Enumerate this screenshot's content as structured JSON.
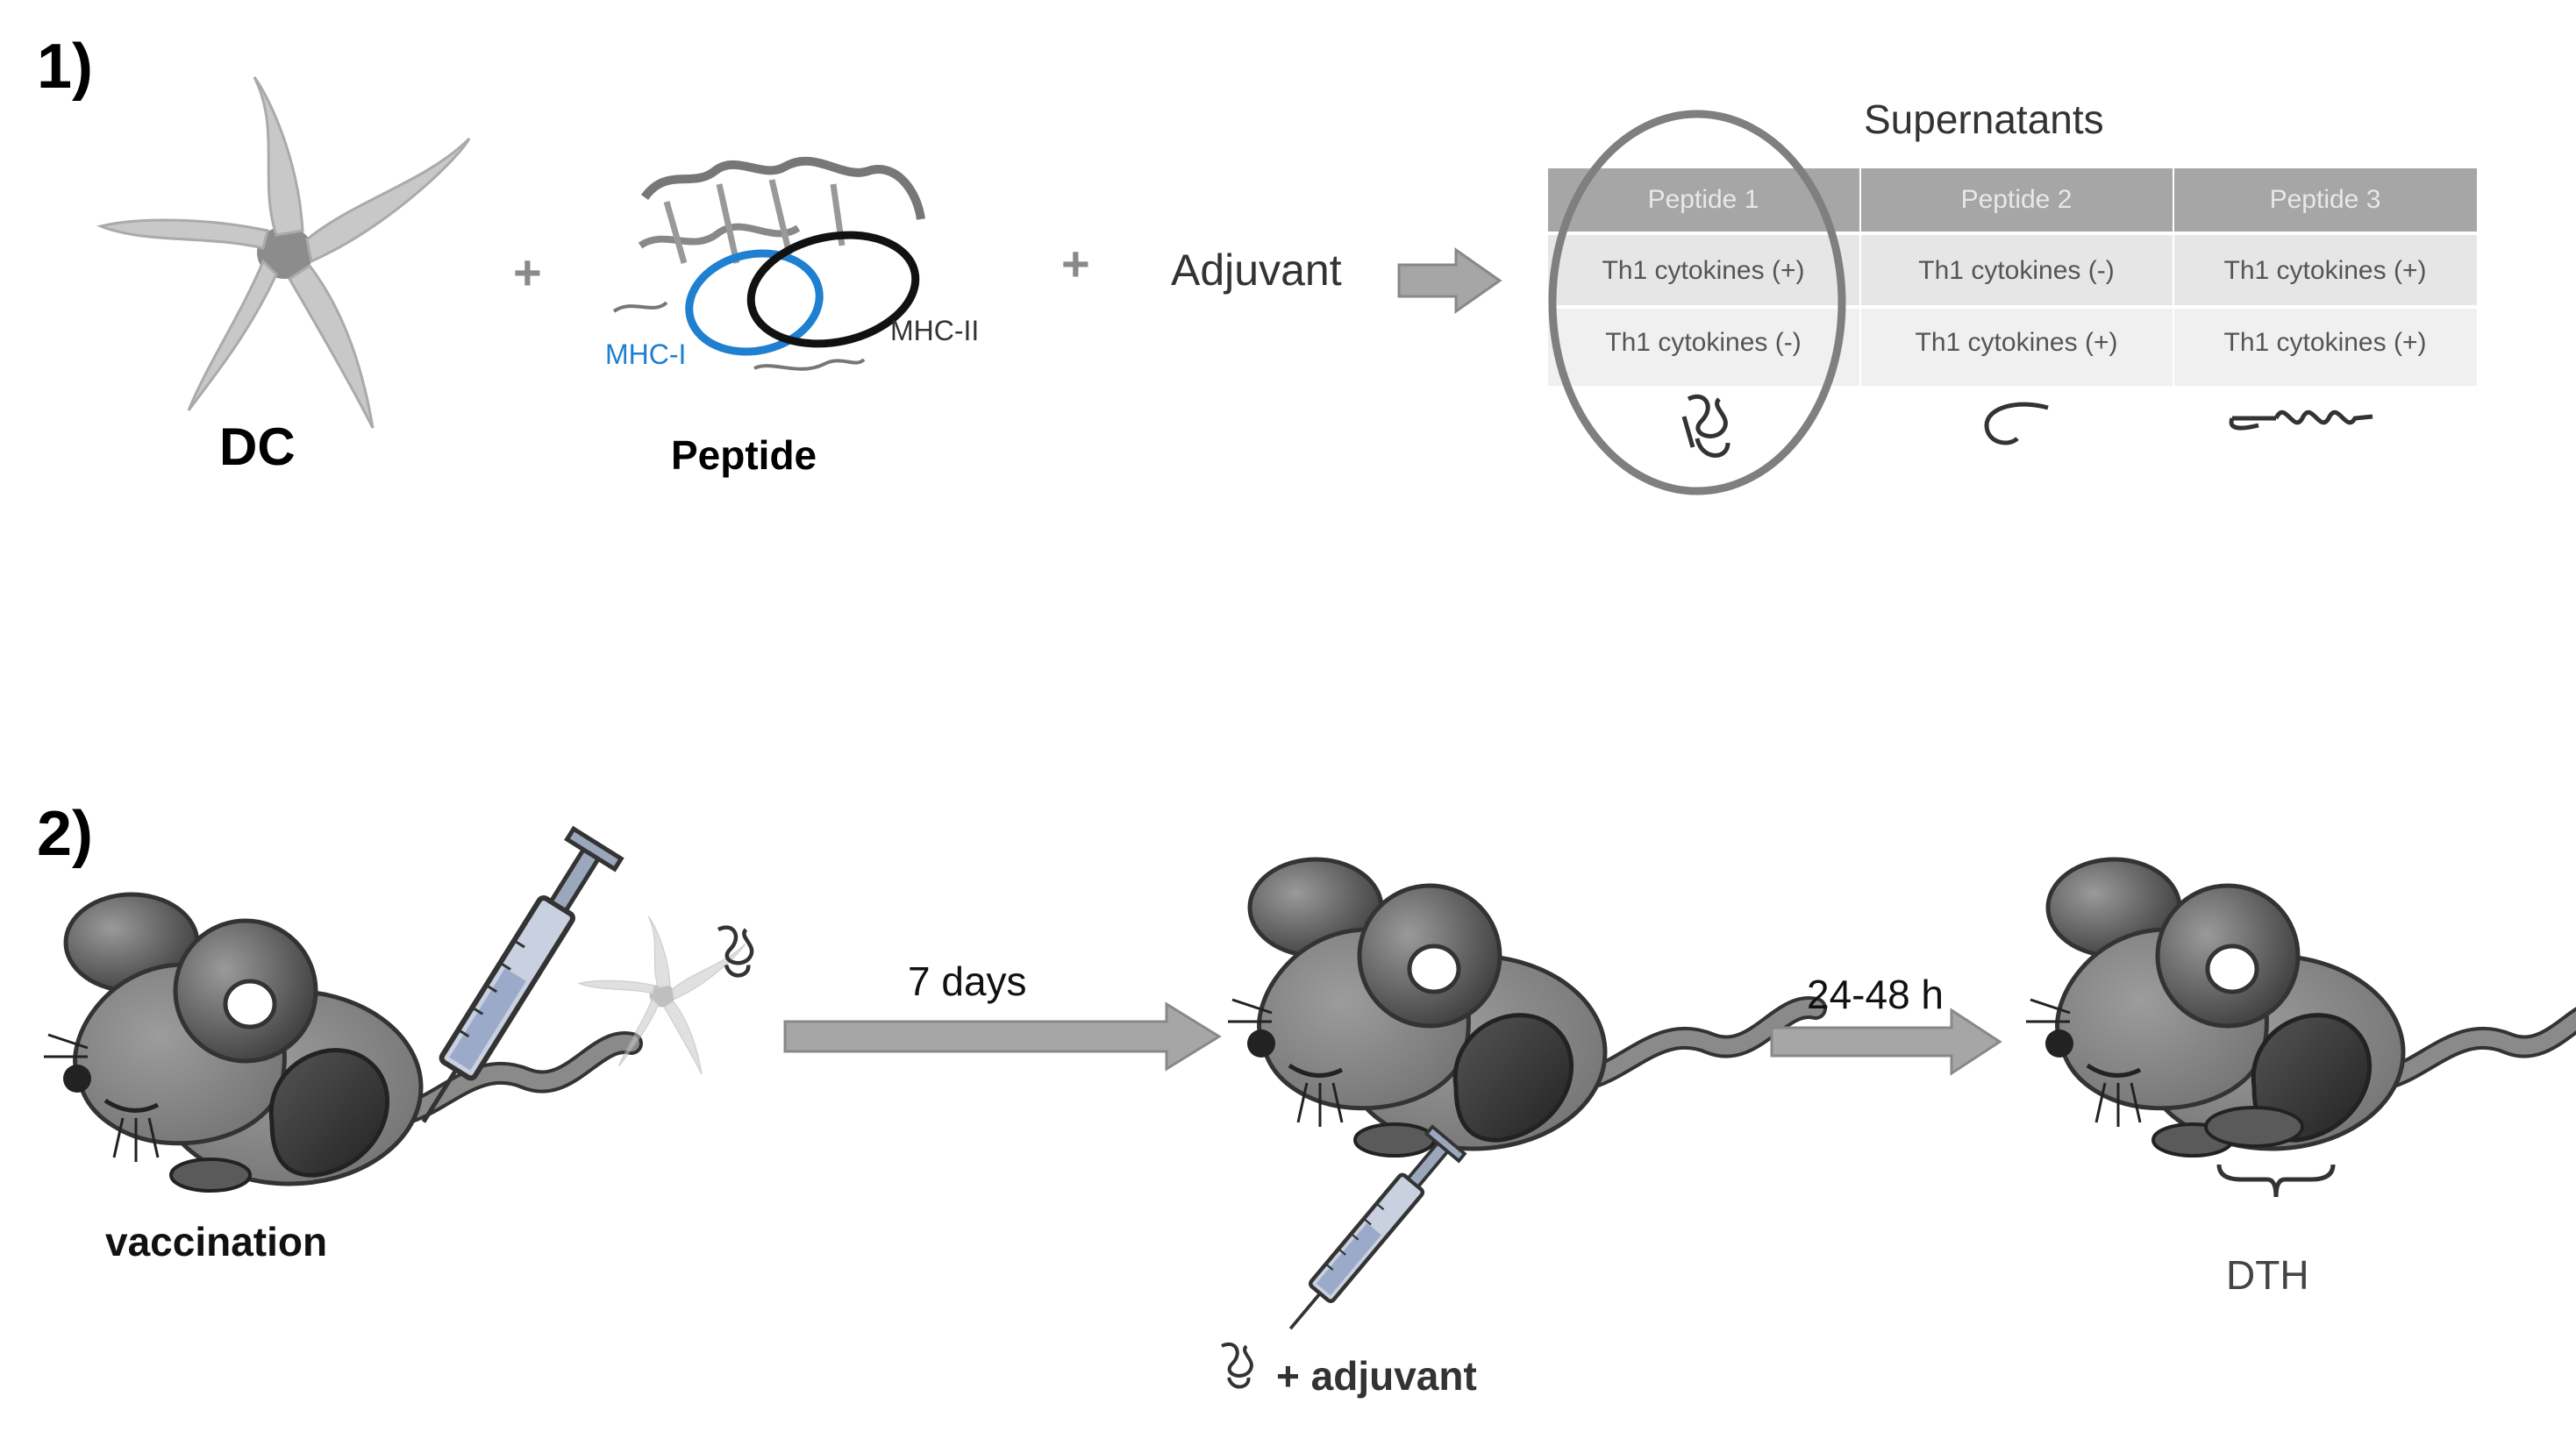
{
  "panel1": {
    "number": "1)",
    "dc_label": "DC",
    "plus": "+",
    "peptide_label": "Peptide",
    "mhc1_label": "MHC-I",
    "mhc2_label": "MHC-II",
    "adjuvant_label": "Adjuvant",
    "supernatants_title": "Supernatants",
    "table": {
      "headers": [
        "Peptide 1",
        "Peptide 2",
        "Peptide 3"
      ],
      "rows": [
        [
          "Th1 cytokines (+)",
          "Th1 cytokines (-)",
          "Th1 cytokines (+)"
        ],
        [
          "Th1 cytokines (-)",
          "Th1 cytokines (+)",
          "Th1 cytokines (+)"
        ]
      ]
    }
  },
  "panel2": {
    "number": "2)",
    "vaccination_label": "vaccination",
    "interval1_label": "7 days",
    "interval2_label": "24-48 h",
    "challenge_label": "+ adjuvant",
    "dth_label": "DTH"
  },
  "colors": {
    "mouse_fill": "#8a8a8a",
    "mouse_dark": "#444444",
    "arrow_fill": "#a6a6a6",
    "table_header": "#a6a6a6",
    "table_row": "#e6e6e6",
    "mhc1": "#1f7fd1",
    "mhc2": "#111111",
    "circle": "#7f7f7f"
  }
}
